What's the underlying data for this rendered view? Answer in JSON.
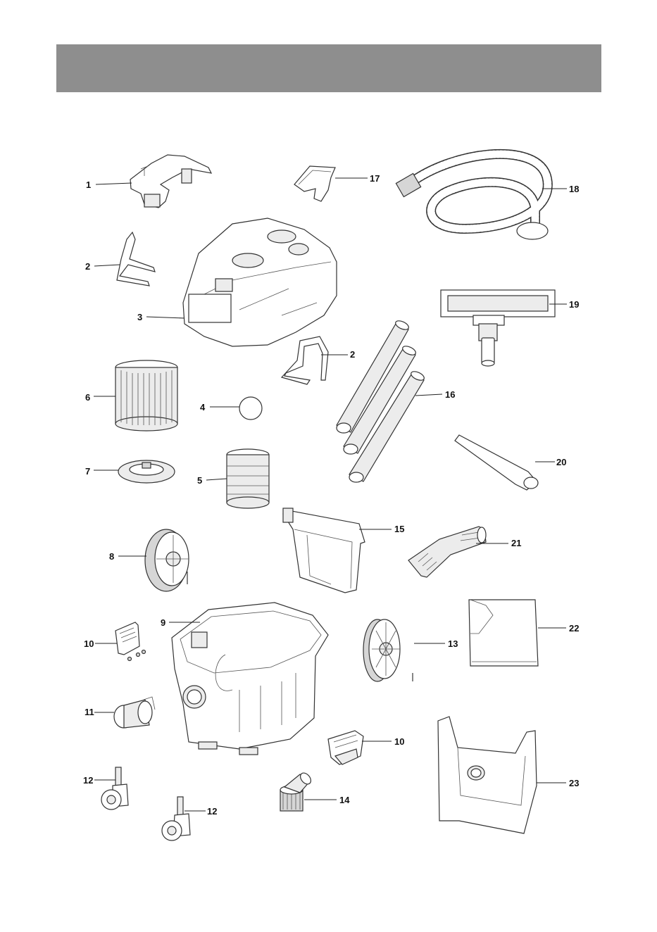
{
  "header": {
    "color": "#8e8e8e"
  },
  "labels": {
    "l1": "1",
    "l2a": "2",
    "l2b": "2",
    "l3": "3",
    "l4": "4",
    "l5": "5",
    "l6": "6",
    "l7": "7",
    "l8": "8",
    "l9": "9",
    "l10a": "10",
    "l10b": "10",
    "l11": "11",
    "l12a": "12",
    "l12b": "12",
    "l13": "13",
    "l14": "14",
    "l15": "15",
    "l16": "16",
    "l17": "17",
    "l18": "18",
    "l19": "19",
    "l20": "20",
    "l21": "21",
    "l22": "22",
    "l23": "23"
  },
  "parts": [
    "handle",
    "accessory-clip",
    "motor-head",
    "float-ball",
    "filter-holder",
    "cartridge-filter",
    "filter-cover",
    "rear-wheel",
    "tank",
    "latch",
    "hose-connector",
    "castor",
    "wheel",
    "outlet-adapter",
    "accessory-holder",
    "extension-tubes",
    "upholstery-nozzle",
    "hose",
    "floor-nozzle",
    "crevice-tool",
    "brush-nozzle",
    "paper-bag",
    "dust-bag"
  ]
}
